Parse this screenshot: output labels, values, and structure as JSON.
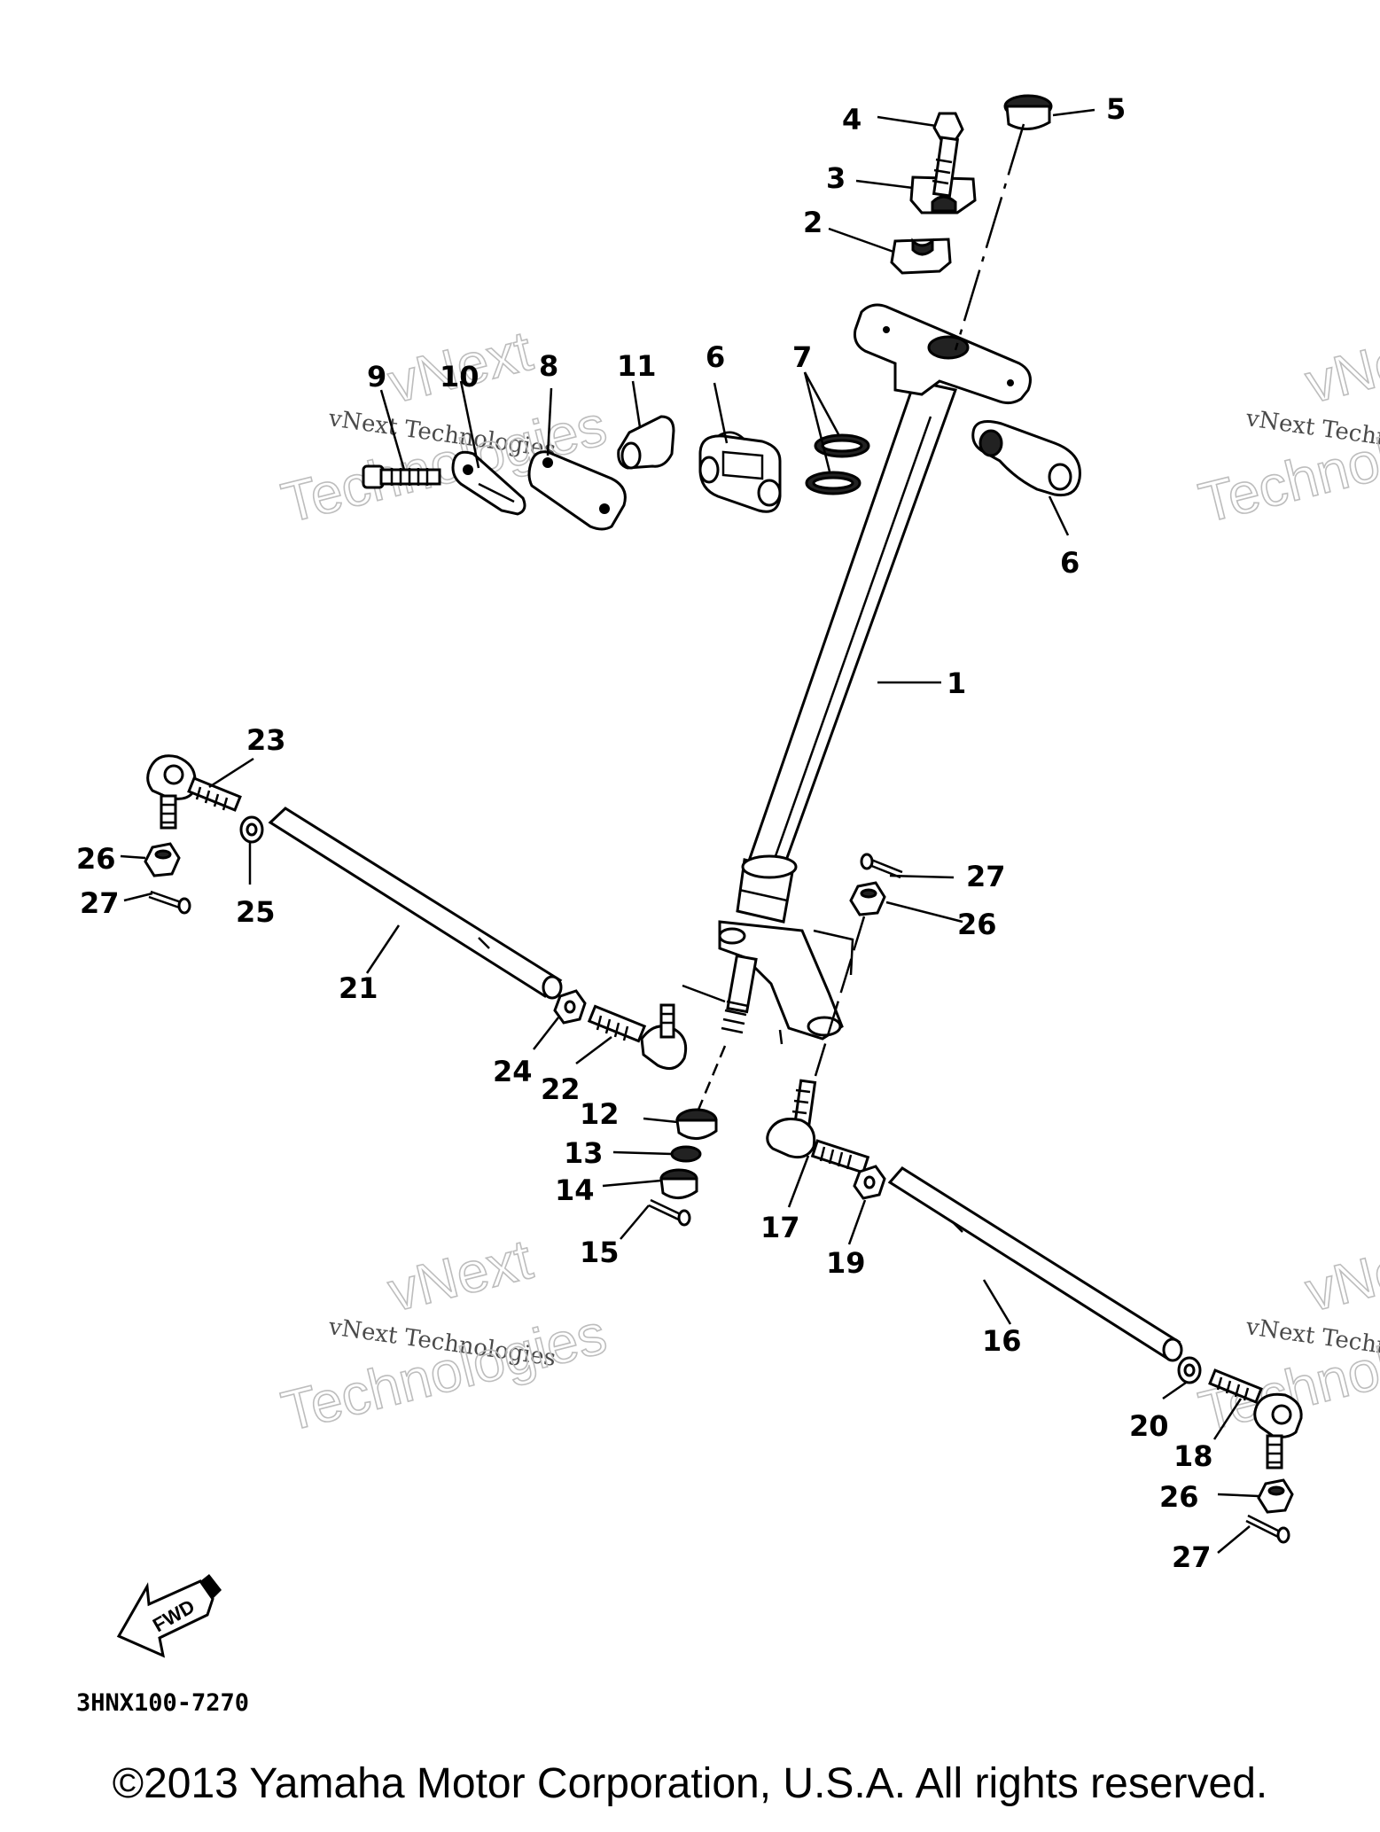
{
  "callouts": [
    "1",
    "2",
    "3",
    "4",
    "5",
    "6",
    "6",
    "7",
    "8",
    "9",
    "10",
    "11",
    "12",
    "13",
    "14",
    "15",
    "16",
    "17",
    "18",
    "19",
    "20",
    "21",
    "22",
    "23",
    "24",
    "25",
    "26",
    "26",
    "26",
    "27",
    "27",
    "27"
  ],
  "watermark": {
    "small": "vNext Technologies",
    "big_top": "vNext",
    "big_bottom": "Technologies"
  },
  "fwd_label": "FWD",
  "diagram_code": "3HNX100-7270",
  "copyright": "©2013 Yamaha Motor Corporation, U.S.A. All rights reserved."
}
